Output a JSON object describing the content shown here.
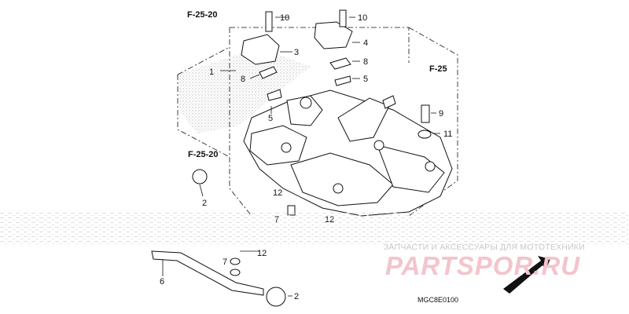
{
  "diagram": {
    "references": {
      "top": "F-25-20",
      "right": "F-25",
      "left": "F-25-20"
    },
    "callouts": {
      "c10a": "10",
      "c10b": "10",
      "c3": "3",
      "c4": "4",
      "c1": "1",
      "c8a": "8",
      "c8b": "8",
      "c5a": "5",
      "c5b": "5",
      "c9": "9",
      "c11": "11",
      "c2a": "2",
      "c2b": "2",
      "c12a": "12",
      "c12b": "12",
      "c12c": "12",
      "c7a": "7",
      "c7b": "7",
      "c6": "6"
    },
    "diagram_code": "MGC8E0100",
    "direction_label": "FR."
  },
  "watermark": {
    "caption": "ЗАПЧАСТИ И АКСЕССУАРЫ ДЛЯ МОТОТЕХНИКИ",
    "brand": "PARTSPOR.RU"
  },
  "colors": {
    "line": "#111111",
    "watermark_text": "#c8c8c8",
    "watermark_brand": "#f4c4cc",
    "noise": "#d9d9d9",
    "stipple": "#bdbdbd"
  }
}
